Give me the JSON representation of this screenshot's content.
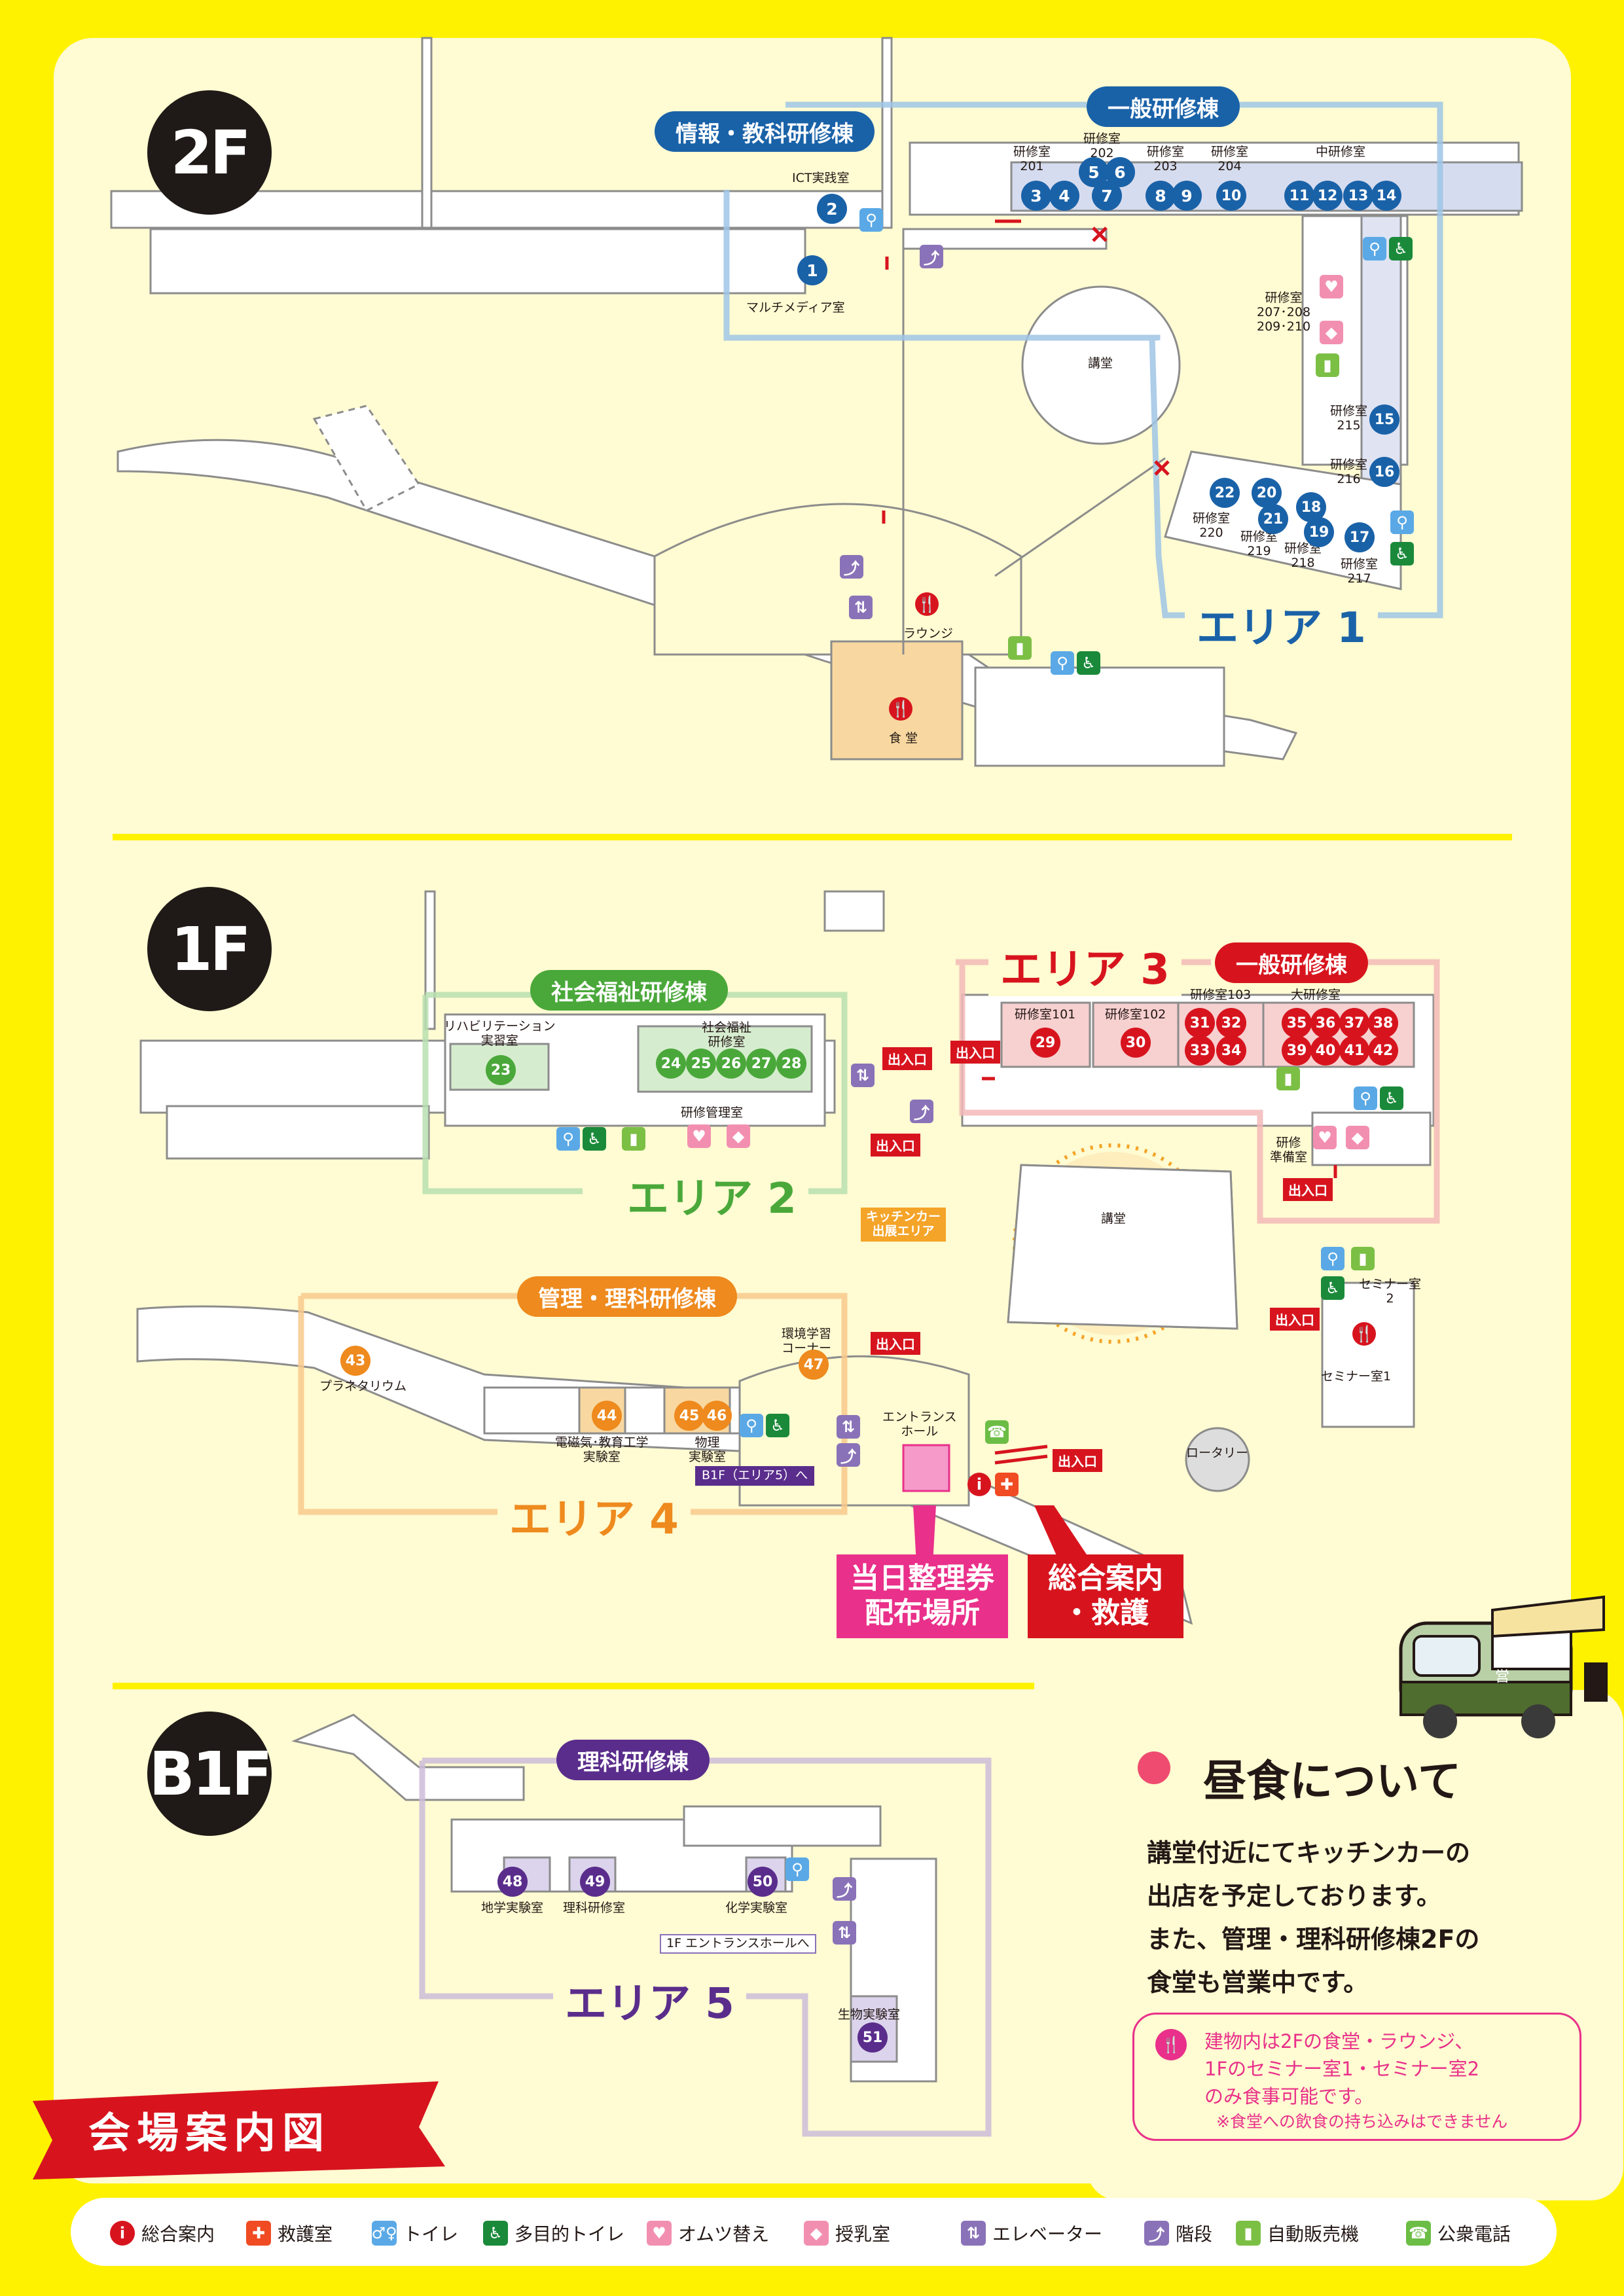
{
  "title": "会場案内図",
  "floors": {
    "f2": "2F",
    "f1": "1F",
    "b1": "B1F"
  },
  "buildings": {
    "info": "情報・教科研修棟",
    "general2f": "一般研修棟",
    "welfare": "社会福祉研修棟",
    "general1f": "一般研修棟",
    "admin": "管理・理科研修棟",
    "science": "理科研修棟"
  },
  "areas": {
    "a1": "エリア 1",
    "a2": "エリア 2",
    "a3": "エリア 3",
    "a4": "エリア 4",
    "a5": "エリア 5"
  },
  "rooms_2f": {
    "ict": "ICT実践室",
    "multimedia": "マルチメディア室",
    "r201": "研修室\n201",
    "r202": "研修室\n202",
    "r203": "研修室\n203",
    "r204": "研修室\n204",
    "chu": "中研修室",
    "r207": "研修室\n207･208\n209･210",
    "r215": "研修室\n215",
    "r216": "研修室\n216",
    "r220": "研修室\n220",
    "r219": "研修室\n219",
    "r218": "研修室\n218",
    "r217": "研修室\n217",
    "kodo": "講堂",
    "lounge": "ラウンジ",
    "shokudo": "食 堂"
  },
  "rooms_1f": {
    "rehab": "リハビリテーション\n実習室",
    "welfare_room": "社会福祉\n研修室",
    "kanri": "研修管理室",
    "r101": "研修室101",
    "r102": "研修室102",
    "r103": "研修室103",
    "dai": "大研修室",
    "junbi": "研修\n準備室",
    "kodo": "講堂",
    "kitchen": "キッチンカー\n出展エリア",
    "seminar2": "セミナー室\n2",
    "seminar1": "セミナー室1",
    "planetarium": "プラネタリウム",
    "env": "環境学習\nコーナー",
    "denji": "電磁気･教育工学\n実験室",
    "butsuri": "物理\n実験室",
    "entrance": "エントランス\nホール",
    "b1link": "B1F（エリア5）へ",
    "rotary": "ロータリー",
    "exit": "出入口"
  },
  "rooms_b1": {
    "chigaku": "地学実験室",
    "rika": "理科研修室",
    "kagaku": "化学実験室",
    "seibutsu": "生物実験室",
    "link": "1F エントランスホールへ"
  },
  "callouts": {
    "ticket": "当日整理券\n配布場所",
    "info": "総合案内\n・救護"
  },
  "lunch": {
    "heading": "昼食について",
    "line1": "講堂付近にてキッチンカーの",
    "line2": "出店を予定しております。",
    "line3": "また、管理・理科研修棟2Fの",
    "line4": "食堂も営業中です。",
    "note1": "建物内は2Fの食堂・ラウンジ、",
    "note2": "1Fのセミナー室1・セミナー室2",
    "note3": "のみ食事可能です。",
    "note4": "※食堂への飲食の持ち込みはできません",
    "truck_sign": "営"
  },
  "legend": [
    {
      "icon": "info-icon",
      "glyph": "i",
      "label": "総合案内"
    },
    {
      "icon": "first-aid-icon",
      "glyph": "✚",
      "label": "救護室"
    },
    {
      "icon": "restroom-icon",
      "glyph": "♂♀",
      "label": "トイレ"
    },
    {
      "icon": "accessible-restroom-icon",
      "glyph": "♿",
      "label": "多目的トイレ"
    },
    {
      "icon": "diaper-change-icon",
      "glyph": "♥",
      "label": "オムツ替え"
    },
    {
      "icon": "nursing-room-icon",
      "glyph": "◆",
      "label": "授乳室"
    },
    {
      "icon": "elevator-icon",
      "glyph": "⇅",
      "label": "エレベーター"
    },
    {
      "icon": "stairs-icon",
      "glyph": "⤴",
      "label": "階段"
    },
    {
      "icon": "vending-machine-icon",
      "glyph": "▮",
      "label": "自動販売機"
    },
    {
      "icon": "public-phone-icon",
      "glyph": "☎",
      "label": "公衆電話"
    }
  ],
  "colors": {
    "background": "#fff200",
    "panel": "#fffbd2",
    "area1": "#1a62a8",
    "area2": "#4aa83a",
    "area3": "#d7141e",
    "area4": "#ee8a1e",
    "area5": "#5a2d8c",
    "ticket_callout": "#e9308a",
    "info_callout": "#d7141e"
  },
  "room_numbers": [
    "1",
    "2",
    "3",
    "4",
    "5",
    "6",
    "7",
    "8",
    "9",
    "10",
    "11",
    "12",
    "13",
    "14",
    "15",
    "16",
    "17",
    "18",
    "19",
    "20",
    "21",
    "22",
    "23",
    "24",
    "25",
    "26",
    "27",
    "28",
    "29",
    "30",
    "31",
    "32",
    "33",
    "34",
    "35",
    "36",
    "37",
    "38",
    "39",
    "40",
    "41",
    "42",
    "43",
    "44",
    "45",
    "46",
    "47",
    "48",
    "49",
    "50",
    "51"
  ]
}
